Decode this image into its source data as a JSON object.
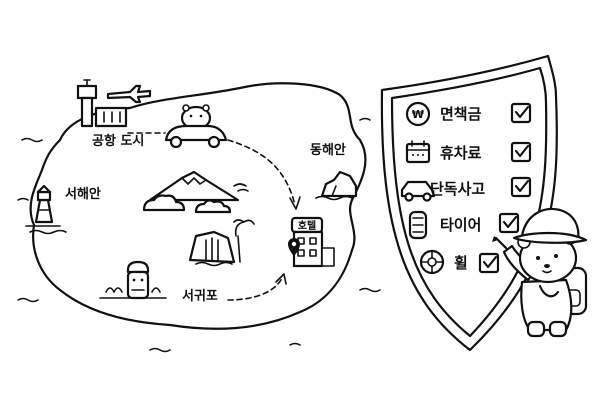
{
  "map": {
    "labels": {
      "airport_city": "공항 도시",
      "east_coast": "동해안",
      "west_coast": "서해안",
      "seogwipo": "서귀포",
      "hotel": "호텔"
    }
  },
  "shield": {
    "items": [
      {
        "label": "면책금",
        "icon": "won-coin-icon",
        "checked": true
      },
      {
        "label": "휴차료",
        "icon": "calendar-icon",
        "checked": true
      },
      {
        "label": "단독사고",
        "icon": "car-icon",
        "checked": true
      },
      {
        "label": "타이어",
        "icon": "tire-icon",
        "checked": true
      },
      {
        "label": "휠",
        "icon": "wheel-icon",
        "checked": true
      }
    ],
    "won_symbol": "₩"
  }
}
